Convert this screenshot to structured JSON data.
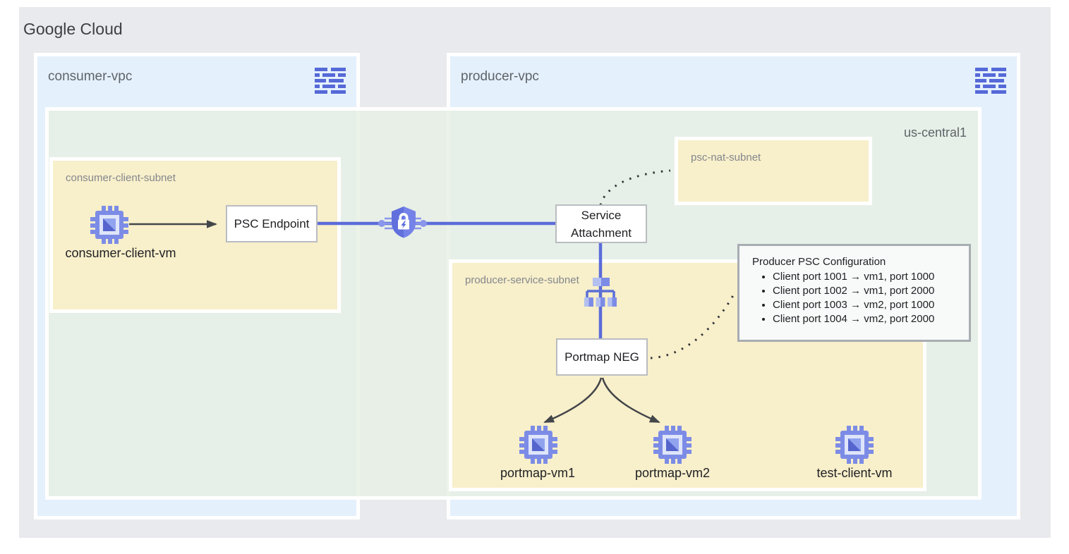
{
  "title": "Google Cloud",
  "consumer_vpc": {
    "label": "consumer-vpc",
    "icon": "vpc-network-icon"
  },
  "producer_vpc": {
    "label": "producer-vpc",
    "icon": "vpc-network-icon"
  },
  "region": {
    "label": "us-central1"
  },
  "subnets": {
    "consumer_client": "consumer-client-subnet",
    "psc_nat": "psc-nat-subnet",
    "producer_service": "producer-service-subnet"
  },
  "nodes": {
    "consumer_client_vm": "consumer-client-vm",
    "psc_endpoint": "PSC Endpoint",
    "service_attachment": "Service Attachment",
    "portmap_neg": "Portmap NEG",
    "portmap_vm1": "portmap-vm1",
    "portmap_vm2": "portmap-vm2",
    "test_client_vm": "test-client-vm"
  },
  "config": {
    "title": "Producer PSC Configuration",
    "items": [
      "Client port 1001 → vm1, port 1000",
      "Client port 1002 → vm1, port 2000",
      "Client port 1003 → vm2, port 1000",
      "Client port 1004 → vm2, port 2000"
    ]
  },
  "colors": {
    "canvas_gray": "#e9eaee",
    "vpc_blue": "#e4f0fc",
    "region_green": "#e7efe8",
    "subnet_yellow": "#f8efcb",
    "connector_blue": "#5b6cd9",
    "icon_blue": "#7c8ce6",
    "line_dark": "#434649"
  }
}
